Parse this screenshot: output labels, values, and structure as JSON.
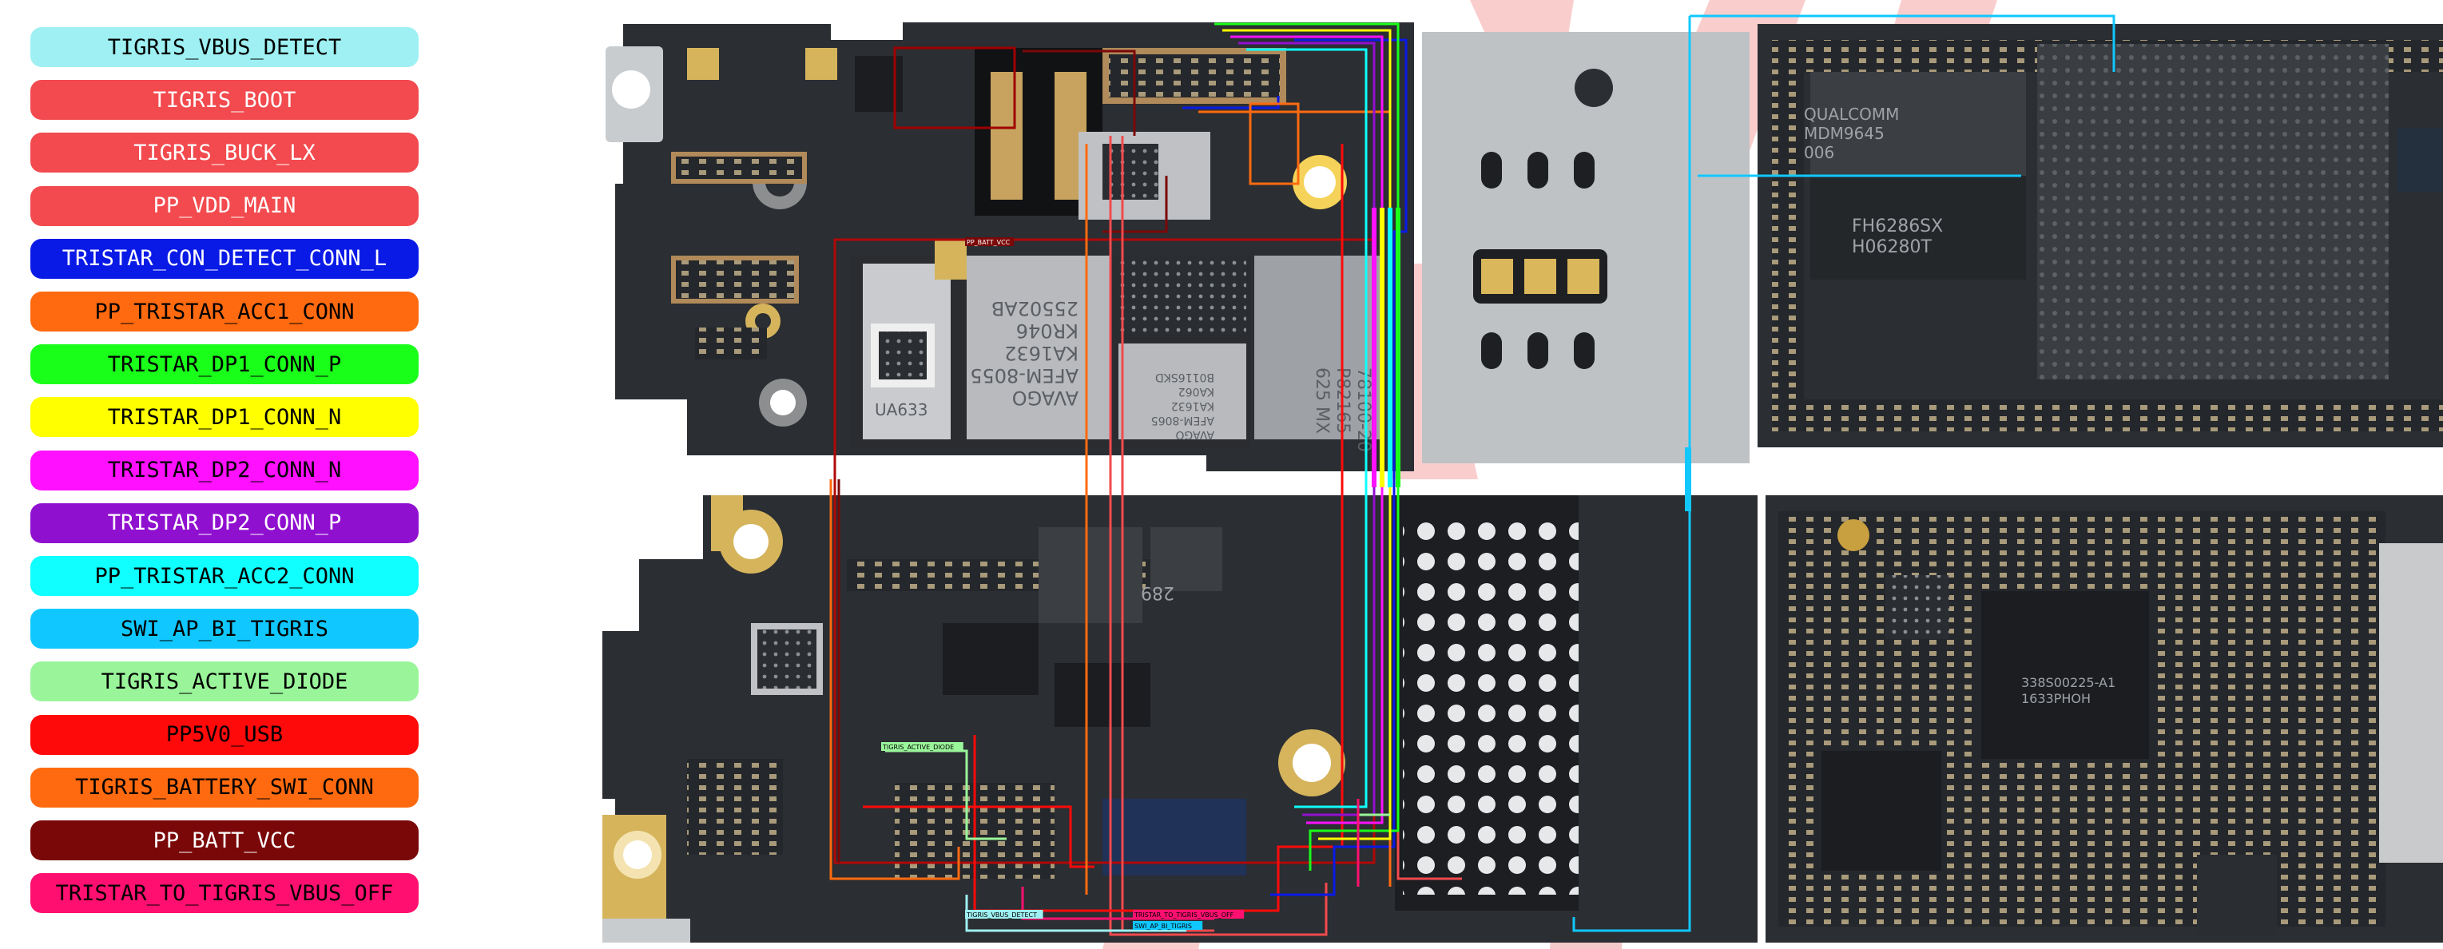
{
  "legend": [
    {
      "label": "TIGRIS_VBUS_DETECT",
      "bg": "#9ef0f2",
      "fg": "#000000"
    },
    {
      "label": "TIGRIS_BOOT",
      "bg": "#f24a4e",
      "fg": "#ffffff"
    },
    {
      "label": "TIGRIS_BUCK_LX",
      "bg": "#f24a4e",
      "fg": "#ffffff"
    },
    {
      "label": "PP_VDD_MAIN",
      "bg": "#f24a4e",
      "fg": "#ffffff"
    },
    {
      "label": "TRISTAR_CON_DETECT_CONN_L",
      "bg": "#0a1ae6",
      "fg": "#ffffff"
    },
    {
      "label": "PP_TRISTAR_ACC1_CONN",
      "bg": "#ff6a10",
      "fg": "#000000"
    },
    {
      "label": "TRISTAR_DP1_CONN_P",
      "bg": "#1aff1a",
      "fg": "#000000"
    },
    {
      "label": "TRISTAR_DP1_CONN_N",
      "bg": "#ffff00",
      "fg": "#000000"
    },
    {
      "label": "TRISTAR_DP2_CONN_N",
      "bg": "#ff10ff",
      "fg": "#000000"
    },
    {
      "label": "TRISTAR_DP2_CONN_P",
      "bg": "#9010d0",
      "fg": "#ffffff"
    },
    {
      "label": "PP_TRISTAR_ACC2_CONN",
      "bg": "#10ffff",
      "fg": "#000000"
    },
    {
      "label": "SWI_AP_BI_TIGRIS",
      "bg": "#10c8ff",
      "fg": "#000000"
    },
    {
      "label": "TIGRIS_ACTIVE_DIODE",
      "bg": "#9af59a",
      "fg": "#000000"
    },
    {
      "label": "PP5V0_USB",
      "bg": "#ff0a0a",
      "fg": "#000000"
    },
    {
      "label": "TIGRIS_BATTERY_SWI_CONN",
      "bg": "#ff6a10",
      "fg": "#000000"
    },
    {
      "label": "PP_BATT_VCC",
      "bg": "#7a0808",
      "fg": "#ffffff"
    },
    {
      "label": "TRISTAR_TO_TIGRIS_VBUS_OFF",
      "bg": "#ff1070",
      "fg": "#000000"
    }
  ],
  "board": {
    "chip_labels": [
      {
        "id": "qualcomm",
        "lines": [
          "QUALCOMM",
          "MDM9645",
          "006"
        ]
      },
      {
        "id": "fh6286",
        "lines": [
          "FH6286SX",
          "H06280T"
        ]
      },
      {
        "id": "avago",
        "lines": [
          "AVAGO",
          "AFEM-8055",
          "KA1632",
          "KR046",
          "25502AB"
        ]
      },
      {
        "id": "ua633",
        "lines": [
          "UA633"
        ]
      },
      {
        "id": "afem8065",
        "lines": [
          "AVAGO",
          "AFEM-8065",
          "KA1632",
          "KA062",
          "B0116SKD"
        ]
      },
      {
        "id": "rf",
        "lines": [
          "78100-20",
          "P82165",
          "625 MX"
        ]
      },
      {
        "id": "a1",
        "lines": [
          "338S00225-A1",
          "1633PHOH"
        ]
      },
      {
        "id": "small289",
        "lines": [
          "289"
        ]
      }
    ],
    "trace_labels": [
      "PP_BATT_VCC",
      "TIGRIS_ACTIVE_DIODE",
      "TIGRIS_VBUS_DETECT",
      "TRISTAR_TO_TIGRIS_VBUS_OFF",
      "SWI_AP_BI_TIGRIS"
    ]
  }
}
